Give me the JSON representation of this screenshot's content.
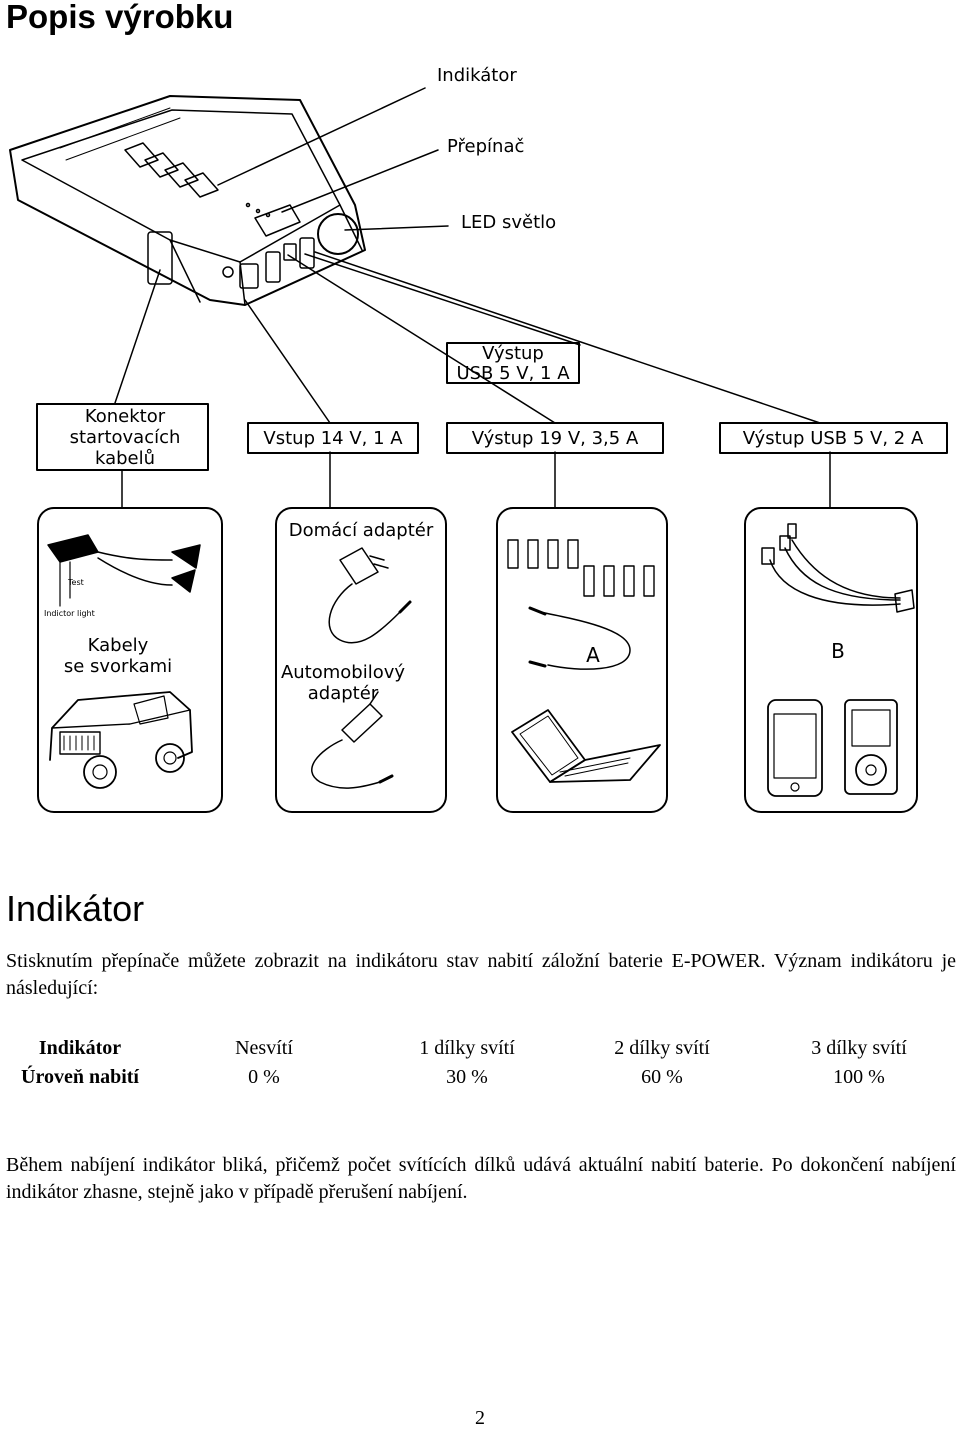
{
  "heading": "Popis výrobku",
  "diagram": {
    "labels": {
      "indikator": "Indikátor",
      "prepinac": "Přepínač",
      "led": "LED světlo",
      "usb1_line1": "Výstup",
      "usb1_line2": "USB 5 V, 1 A",
      "konektor_line1": "Konektor",
      "konektor_line2": "startovacích",
      "konektor_line3": "kabelů",
      "vstup": "Vstup 14 V, 1 A",
      "vystup19": "Výstup 19 V, 3,5 A",
      "usb2": "Výstup USB 5 V, 2 A",
      "test": "Test",
      "indicator_light": "Indictor light",
      "kabely_line1": "Kabely",
      "kabely_line2": "se svorkami",
      "domaci": "Domácí adaptér",
      "auto_line1": "Automobilový",
      "auto_line2": "adaptér",
      "a": "A",
      "b": "B"
    }
  },
  "section_heading": "Indikátor",
  "intro": "Stisknutím přepínače můžete zobrazit na indikátoru stav nabití záložní baterie E-POWER. Význam indikátoru je následující:",
  "indicator_table": {
    "row1": [
      "Indikátor",
      "Nesvítí",
      "1 dílky svítí",
      "2 dílky svítí",
      "3 dílky svítí"
    ],
    "row2": [
      "Úroveň nabití",
      "0 %",
      "30 %",
      "60 %",
      "100 %"
    ]
  },
  "charging_note": "Během nabíjení indikátor bliká, přičemž počet svítících dílků udává aktuální nabití baterie. Po dokončení nabíjení indikátor zhasne, stejně jako v případě přerušení nabíjení.",
  "page_number": "2"
}
